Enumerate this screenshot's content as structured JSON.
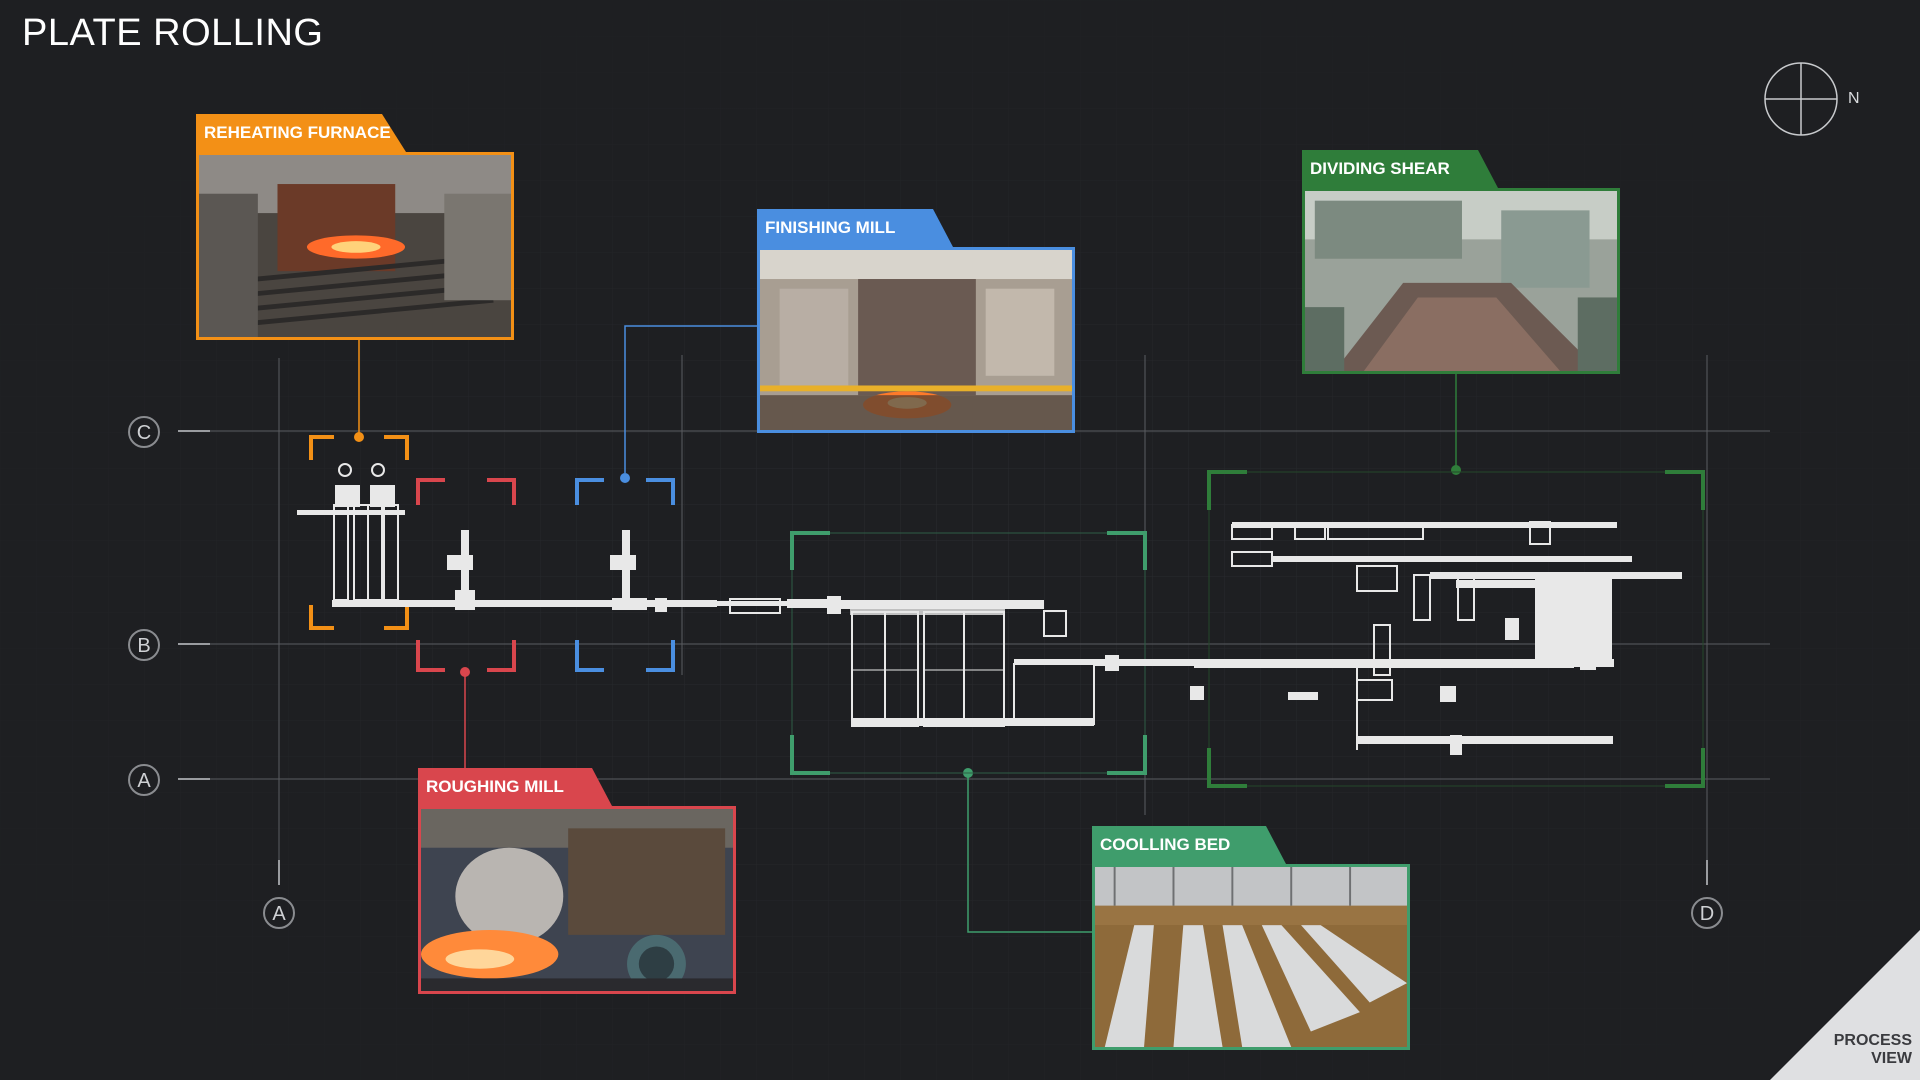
{
  "title": "PLATE ROLLING",
  "compass": {
    "north_label": "N"
  },
  "axes": {
    "row_labels": [
      "C",
      "B",
      "A"
    ],
    "column_labels": [
      "A",
      "D"
    ]
  },
  "cards": [
    {
      "key": "reheating",
      "label": "REHEATING FURNACE",
      "color": "#f39016"
    },
    {
      "key": "finishing",
      "label": "FINISHING MILL",
      "color": "#4a8ee0"
    },
    {
      "key": "dividing",
      "label": "DIVIDING SHEAR",
      "color": "#2f7d3a"
    },
    {
      "key": "roughing",
      "label": "ROUGHING MILL",
      "color": "#d9464d"
    },
    {
      "key": "cooling",
      "label": "COOLLING BED",
      "color": "#3f9d6c"
    }
  ],
  "corner": {
    "line1": "PROCESS",
    "line2": "VIEW"
  }
}
